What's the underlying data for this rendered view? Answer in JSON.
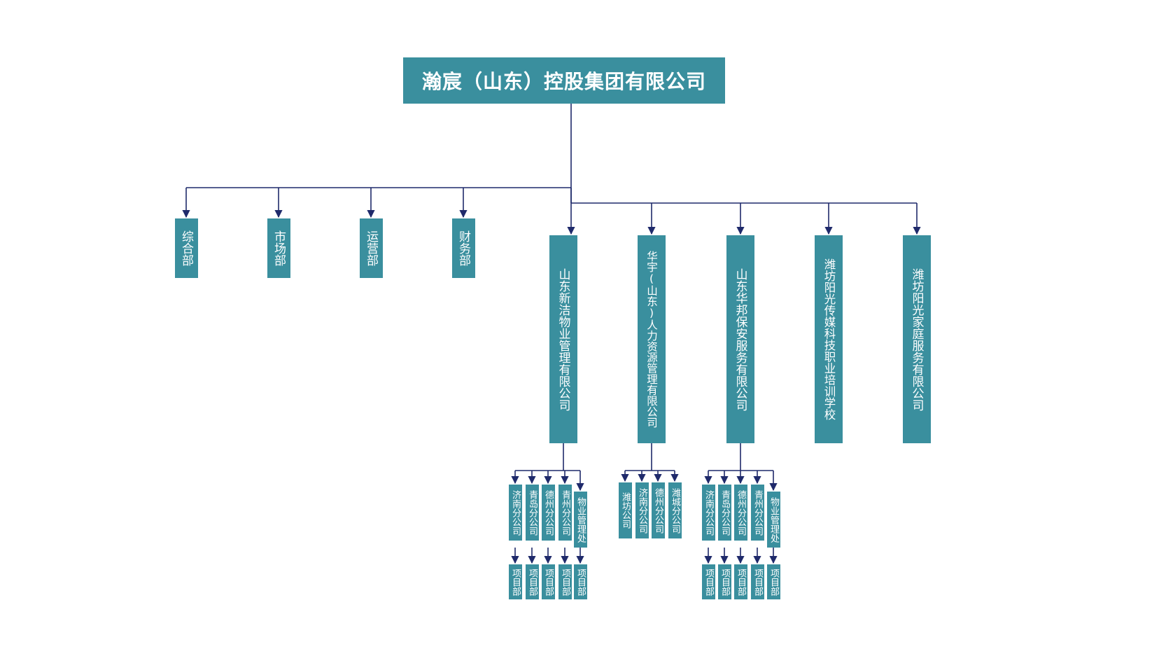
{
  "colors": {
    "box_fill": "#3a8f9e",
    "box_text": "#ffffff",
    "connector": "#1f2a6b",
    "background": "#ffffff"
  },
  "root": {
    "label": "瀚宸（山东）控股集团有限公司"
  },
  "departments": [
    {
      "label": "综合部"
    },
    {
      "label": "市场部"
    },
    {
      "label": "运营部"
    },
    {
      "label": "财务部"
    }
  ],
  "companies": [
    {
      "label": "山东新洁物业管理有限公司",
      "branches": [
        {
          "label": "济南分公司",
          "project": "项目部"
        },
        {
          "label": "青岛分公司",
          "project": "项目部"
        },
        {
          "label": "德州分公司",
          "project": "项目部"
        },
        {
          "label": "青州分公司",
          "project": "项目部"
        },
        {
          "label": "物业管理处",
          "project": "项目部"
        }
      ]
    },
    {
      "label": "华宇(山东)人力资源管理有限公司",
      "branches": [
        {
          "label": "潍坊公司"
        },
        {
          "label": "济南分公司"
        },
        {
          "label": "德州分公司"
        },
        {
          "label": "潍城分公司"
        }
      ]
    },
    {
      "label": "山东华邦保安服务有限公司",
      "branches": [
        {
          "label": "济南分公司",
          "project": "项目部"
        },
        {
          "label": "青岛分公司",
          "project": "项目部"
        },
        {
          "label": "德州分公司",
          "project": "项目部"
        },
        {
          "label": "青州分公司",
          "project": "项目部"
        },
        {
          "label": "物业管理处",
          "project": "项目部"
        }
      ]
    },
    {
      "label": "潍坊阳光传媒科技职业培训学校",
      "branches": []
    },
    {
      "label": "潍坊阳光家庭服务有限公司",
      "branches": []
    }
  ]
}
